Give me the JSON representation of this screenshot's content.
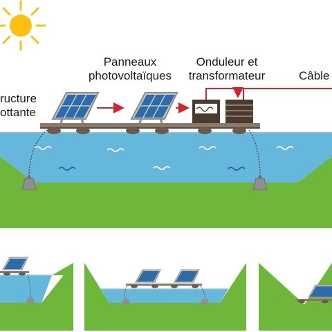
{
  "labels": {
    "structure_line1": "ructure",
    "structure_line2": "ottante",
    "panels_line1": "Panneaux",
    "panels_line2": "photovoltaïques",
    "inverter_line1": "Onduleur et",
    "inverter_line2": "transformateur",
    "cable": "Câble"
  },
  "colors": {
    "sun": "#fcc10f",
    "water": "#66b7dc",
    "water_dark": "#58a6cc",
    "ground": "#6fb73a",
    "panel": "#2c6ca8",
    "panel_frame": "#8a8a8a",
    "float": "#6b5b4f",
    "arrow": "#d7222a",
    "box": "#4a3a30",
    "wave": "#1e5fa8",
    "anchor": "#8f8f8f"
  },
  "icons": {
    "sun": "sun-icon",
    "arrow": "arrow-right-icon",
    "wave": "wave-icon",
    "anchor": "anchor-block-icon"
  }
}
